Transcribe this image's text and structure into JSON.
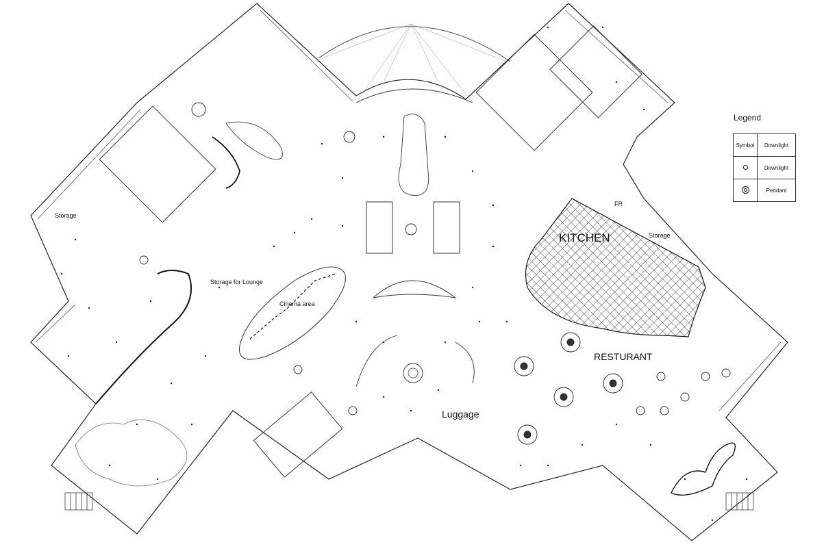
{
  "rooms": {
    "storage_left": "Storage",
    "storage_lounge": "Storage for Lounge",
    "cinema": "Cinema area",
    "kitchen": "KITCHEN",
    "fr": "FR",
    "storage_right": "Storage",
    "restaurant": "RESTURANT",
    "luggage": "Luggage"
  },
  "legend": {
    "title": "Legend",
    "header": {
      "symbol": "Symbol",
      "label": "Downlight"
    },
    "rows": [
      {
        "symbol_icon": "downlight-icon",
        "label": "Downlight"
      },
      {
        "symbol_icon": "pendant-icon",
        "label": "Pendant"
      }
    ]
  },
  "colors": {
    "line": "#222222",
    "hatch": "#111111",
    "background": "#ffffff"
  }
}
